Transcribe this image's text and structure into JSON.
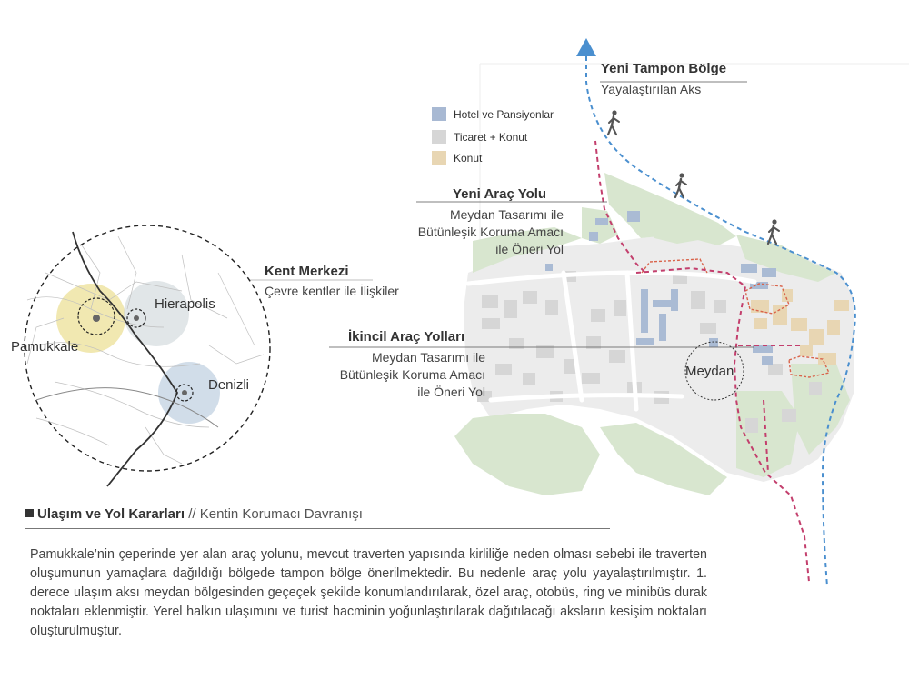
{
  "colors": {
    "green_area": "#d8e6cf",
    "urban_light": "#ececec",
    "hotel": "#aabbd4",
    "commerce": "#d6d6d6",
    "housing": "#e8d6b3",
    "blue_route": "#4a8fcf",
    "red_route": "#c33f6d",
    "orange_zone": "#d9634a",
    "yellow_circle": "#efe4a3",
    "grey_circle": "#c9d1d6",
    "blue_circle": "#c2d2e2"
  },
  "legend": [
    {
      "label": "Hotel  ve Pansiyonlar",
      "color": "#a8b9d3"
    },
    {
      "label": "Ticaret + Konut",
      "color": "#d6d6d6"
    },
    {
      "label": "Konut",
      "color": "#e8d6b3"
    }
  ],
  "icons": [
    "arrow-up-icon",
    "pedestrian-icon",
    "pedestrian-icon",
    "pedestrian-icon"
  ],
  "annotations": {
    "tampon": {
      "title": "Yeni Tampon Bölge",
      "sub": "Yayalaştırılan Aks"
    },
    "arac": {
      "title": "Yeni Araç Yolu",
      "sub": [
        "Meydan Tasarımı ile",
        "Bütünleşik Koruma Amacı",
        "ile Öneri Yol"
      ]
    },
    "kent": {
      "title": "Kent Merkezi",
      "sub": "Çevre kentler ile İlişkiler"
    },
    "ikincil": {
      "title": "İkincil Araç Yolları",
      "sub": [
        "Meydan Tasarımı ile",
        "Bütünleşik Koruma Amacı",
        "ile Öneri Yol"
      ]
    }
  },
  "places": {
    "pamukkale": "Pamukkale",
    "hierapolis": "Hierapolis",
    "denizli": "Denizli",
    "meydan": "Meydan"
  },
  "section": {
    "title": "Ulaşım ve Yol Kararları",
    "separator": " // ",
    "subtitle": "Kentin Korumacı Davranışı"
  },
  "paragraph": "Pamukkale’nin çeperinde yer alan araç yolunu, mevcut traverten yapısında kirliliğe neden olması sebebi ile traverten oluşumunun yamaçlara dağıldığı bölgede tampon bölge önerilmektedir. Bu nedenle araç yolu yayalaştırılmıştır. 1. derece ulaşım aksı meydan bölgesinden geçeçek şekilde konumlandırılarak, özel araç, otobüs, ring ve minibüs durak noktaları eklenmiştir. Yerel halkın ulaşımını ve turist hacminin yoğunlaştırılarak dağıtılacağı aksların kesişim noktaları oluşturulmuştur."
}
